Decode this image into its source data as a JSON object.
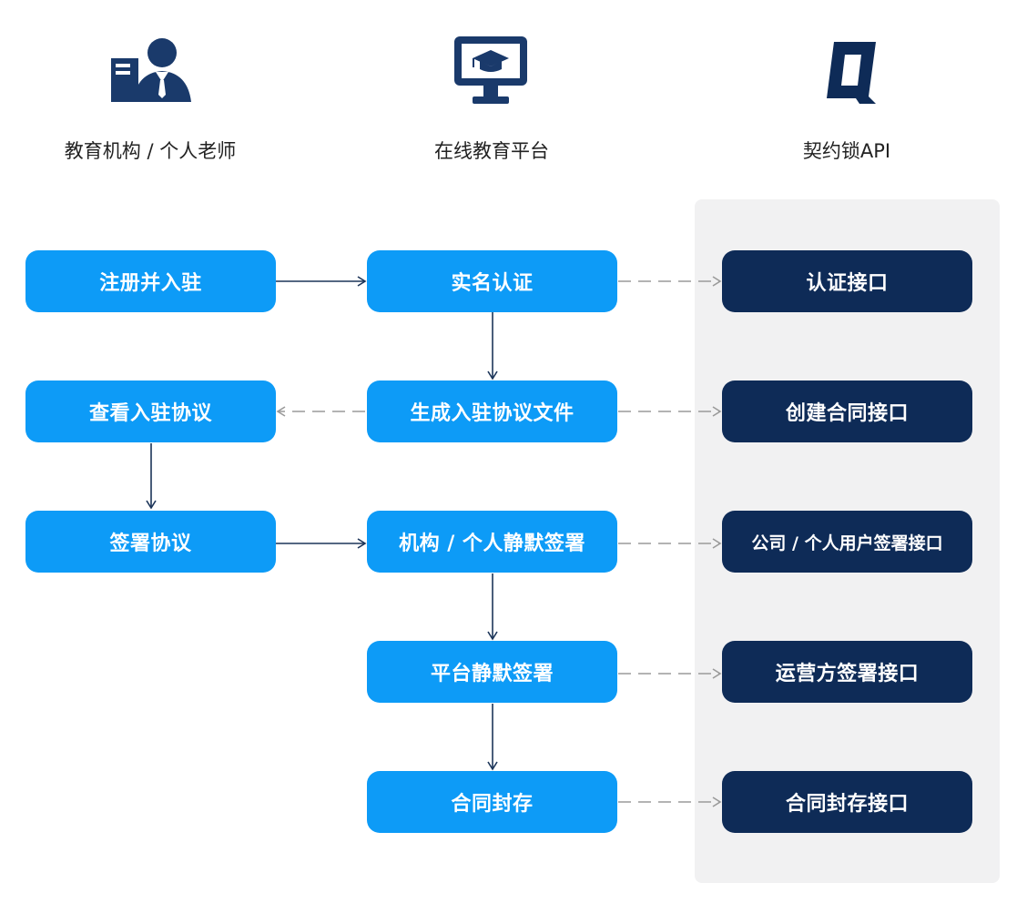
{
  "columns": {
    "institution": {
      "title": "教育机构 / 个人老师",
      "icon": "teacher-icon"
    },
    "platform": {
      "title": "在线教育平台",
      "icon": "graduation-monitor-icon"
    },
    "api": {
      "title": "契约锁API",
      "icon": "qiyuesuo-logo-icon"
    }
  },
  "steps": {
    "register": "注册并入驻",
    "view_agreement": "查看入驻协议",
    "sign_agreement": "签署协议",
    "verify": "实名认证",
    "generate_doc": "生成入驻协议文件",
    "org_silent_sign": "机构 / 个人静默签署",
    "platform_silent_sign": "平台静默签署",
    "archive": "合同封存",
    "api_verify": "认证接口",
    "api_create_contract": "创建合同接口",
    "api_company_sign": "公司 / 个人用户签署接口",
    "api_operator_sign": "运营方签署接口",
    "api_archive": "合同封存接口"
  },
  "colors": {
    "primary_blue": "#0d9bf7",
    "navy": "#0e2b57",
    "panel_gray": "#f1f1f2",
    "icon_navy": "#1a3a6b"
  }
}
